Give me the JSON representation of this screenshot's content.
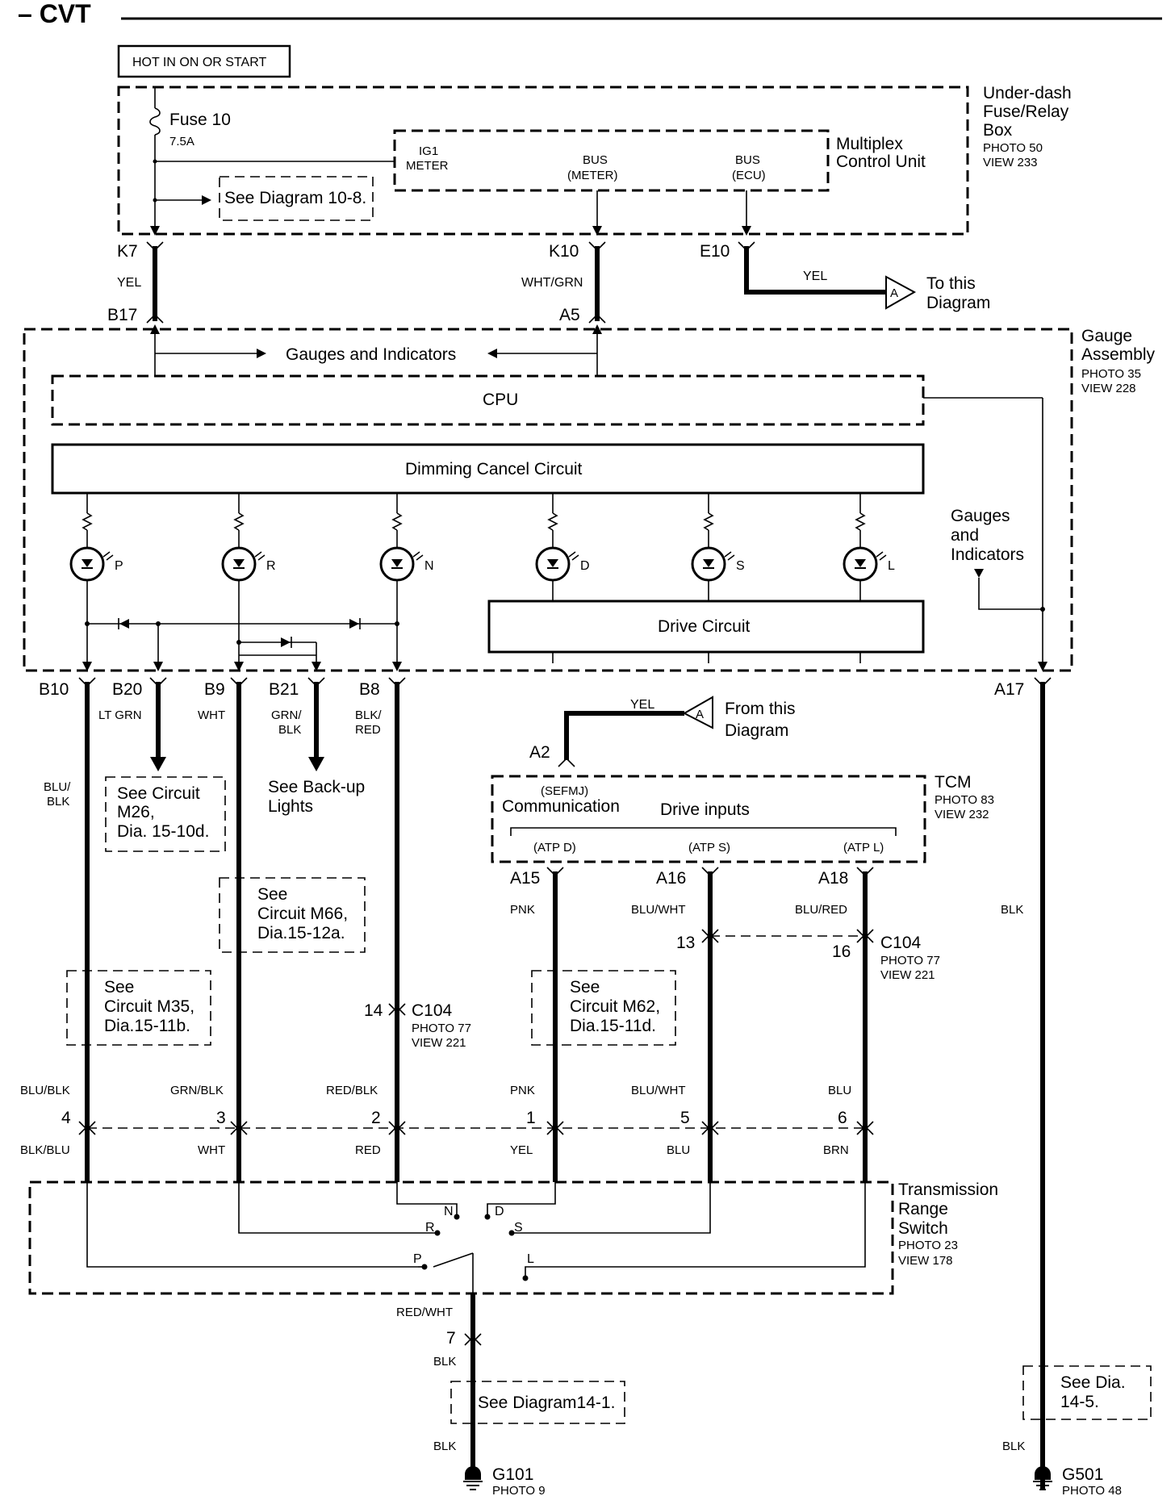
{
  "title": "– CVT",
  "power_label": "HOT IN ON OR START",
  "fusebox": {
    "name_lines": [
      "Under-dash",
      "Fuse/Relay",
      "Box"
    ],
    "photo": "PHOTO 50",
    "view": "VIEW 233",
    "fuse_name": "Fuse 10",
    "fuse_rating": "7.5A",
    "see_diagram": "See Diagram 10-8."
  },
  "mcu": {
    "name_lines": [
      "Multiplex",
      "Control Unit"
    ],
    "ig1": [
      "IG1",
      "METER"
    ],
    "bus_meter": [
      "BUS",
      "(METER)"
    ],
    "bus_ecu": [
      "BUS",
      "(ECU)"
    ]
  },
  "connectors_top": {
    "k7": "K7",
    "k10": "K10",
    "e10": "E10",
    "b17": "B17",
    "a5": "A5",
    "yel": "YEL",
    "wht_grn": "WHT/GRN",
    "yel_e10": "YEL"
  },
  "to_diagram": {
    "letter": "A",
    "lines": [
      "To this",
      "Diagram"
    ]
  },
  "gauge": {
    "name_lines": [
      "Gauge",
      "Assembly"
    ],
    "photo": "PHOTO 35",
    "view": "VIEW 228",
    "gauges_indicators": "Gauges and Indicators",
    "cpu": "CPU",
    "dimming": "Dimming Cancel Circuit",
    "gauges_side": [
      "Gauges",
      "and",
      "Indicators"
    ],
    "drive_circuit": "Drive Circuit",
    "leds": [
      "P",
      "R",
      "N",
      "D",
      "S",
      "L"
    ]
  },
  "pins": {
    "b10": "B10",
    "b20": "B20",
    "b9": "B9",
    "b21": "B21",
    "b8": "B8",
    "a17": "A17"
  },
  "wire_colors": {
    "lt_grn": "LT GRN",
    "wht": "WHT",
    "grn_blk": [
      "GRN/",
      "BLK"
    ],
    "blk_red": [
      "BLK/",
      "RED"
    ],
    "blu_blk": [
      "BLU/",
      "BLK"
    ],
    "blk_a17": "BLK",
    "pnk": "PNK",
    "blu_wht": "BLU/WHT",
    "blu_red": "BLU/RED"
  },
  "refs": {
    "m26": [
      "See Circuit",
      "M26,",
      "Dia. 15-10d."
    ],
    "backup": [
      "See Back-up",
      "Lights"
    ],
    "m66": [
      "See",
      "Circuit M66,",
      "Dia.15-12a."
    ],
    "m35": [
      "See",
      "Circuit M35,",
      "Dia.15-11b."
    ],
    "m62": [
      "See",
      "Circuit M62,",
      "Dia.15-11d."
    ],
    "dia141": "See Diagram14-1.",
    "dia145": [
      "See Dia.",
      "14-5."
    ]
  },
  "from_diagram": {
    "letter": "A",
    "lines": [
      "From this",
      "Diagram"
    ],
    "yel": "YEL",
    "pin": "A2"
  },
  "tcm": {
    "name": "TCM",
    "photo": "PHOTO 83",
    "view": "VIEW 232",
    "sefmj": "(SEFMJ)",
    "communication": "Communication",
    "drive_inputs": "Drive inputs",
    "atp_d": "(ATP D)",
    "atp_s": "(ATP S)",
    "atp_l": "(ATP L)",
    "a15": "A15",
    "a16": "A16",
    "a18": "A18"
  },
  "c104_upper": {
    "pin14": "14",
    "name": "C104",
    "photo": "PHOTO 77",
    "view": "VIEW 221"
  },
  "c104_right": {
    "pin13": "13",
    "pin16": "16",
    "name": "C104",
    "photo": "PHOTO 77",
    "view": "VIEW 221"
  },
  "c104_lower": {
    "upper_colors": [
      "BLU/BLK",
      "GRN/BLK",
      "RED/BLK",
      "PNK",
      "BLU/WHT",
      "BLU"
    ],
    "pins": [
      "4",
      "3",
      "2",
      "1",
      "5",
      "6"
    ],
    "lower_colors": [
      "BLK/BLU",
      "WHT",
      "RED",
      "YEL",
      "BLU",
      "BRN"
    ]
  },
  "trs": {
    "name_lines": [
      "Transmission",
      "Range",
      "Switch"
    ],
    "photo": "PHOTO 23",
    "view": "VIEW 178",
    "positions": [
      "N",
      "D",
      "R",
      "S",
      "P",
      "L"
    ]
  },
  "ground_path": {
    "red_wht": "RED/WHT",
    "pin7": "7",
    "blk1": "BLK",
    "blk2": "BLK",
    "blk_right": "BLK"
  },
  "grounds": {
    "g101": "G101",
    "g101_photo": "PHOTO 9",
    "g501": "G501",
    "g501_photo": "PHOTO 48"
  }
}
